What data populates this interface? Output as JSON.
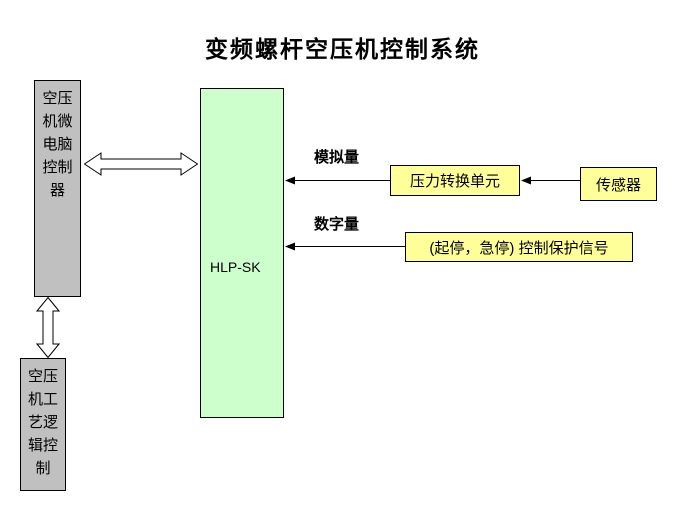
{
  "title": "变频螺杆空压机控制系统",
  "nodes": {
    "controller": {
      "label": "空压机微电脑控制器"
    },
    "plc": {
      "label": "空压机工艺逻辑控制"
    },
    "hlp": {
      "label": "HLP-SK"
    },
    "pressure_unit": {
      "label": "压力转换单元"
    },
    "sensor": {
      "label": "传感器"
    },
    "control_signal": {
      "label": "(起停，急停) 控制保护信号"
    }
  },
  "labels": {
    "analog": "模拟量",
    "digital": "数字量"
  },
  "colors": {
    "gray_node": "#c0c0c0",
    "green_node": "#ccffcc",
    "yellow_node": "#ffff99",
    "border": "#000000",
    "background": "#ffffff",
    "text": "#000000"
  }
}
